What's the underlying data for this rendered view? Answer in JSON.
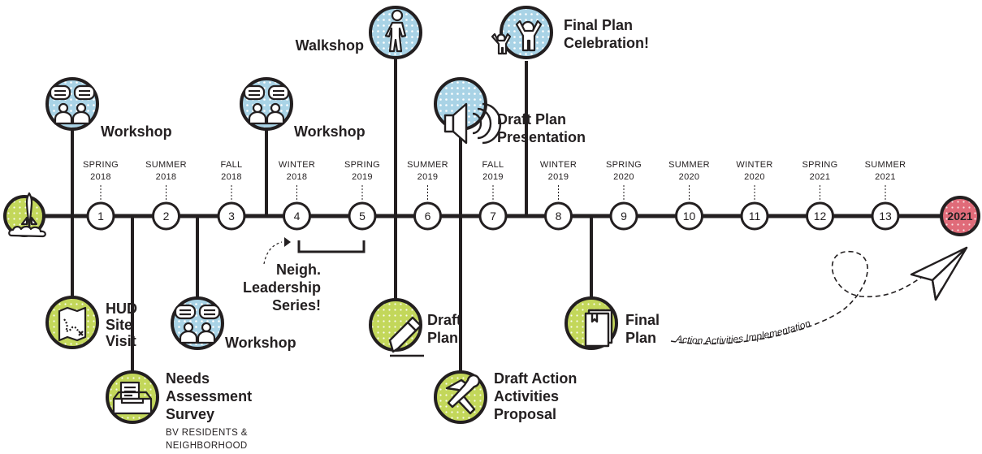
{
  "milestones": [
    {
      "number": "1",
      "season": "SPRING",
      "year": "2018"
    },
    {
      "number": "2",
      "season": "SUMMER",
      "year": "2018"
    },
    {
      "number": "3",
      "season": "FALL",
      "year": "2018"
    },
    {
      "number": "4",
      "season": "WINTER",
      "year": "2018"
    },
    {
      "number": "5",
      "season": "SPRING",
      "year": "2019"
    },
    {
      "number": "6",
      "season": "SUMMER",
      "year": "2019"
    },
    {
      "number": "7",
      "season": "FALL",
      "year": "2019"
    },
    {
      "number": "8",
      "season": "WINTER",
      "year": "2019"
    },
    {
      "number": "9",
      "season": "SPRING",
      "year": "2020"
    },
    {
      "number": "10",
      "season": "SUMMER",
      "year": "2020"
    },
    {
      "number": "11",
      "season": "WINTER",
      "year": "2020"
    },
    {
      "number": "12",
      "season": "SPRING",
      "year": "2021"
    },
    {
      "number": "13",
      "season": "SUMMER",
      "year": "2021"
    }
  ],
  "end_marker": "2021",
  "events": {
    "workshop_1": "Workshop",
    "hud_site_visit": [
      "HUD",
      "Site",
      "Visit"
    ],
    "needs_assessment": [
      "Needs",
      "Assessment",
      "Survey"
    ],
    "needs_assessment_sub": [
      "BV RESIDENTS &",
      "NEIGHBORHOOD"
    ],
    "workshop_2": "Workshop",
    "workshop_3": "Workshop",
    "neigh_leadership": [
      "Neigh.",
      "Leadership",
      "Series!"
    ],
    "walkshop": "Walkshop",
    "draft_plan": [
      "Draft",
      "Plan"
    ],
    "draft_action": [
      "Draft Action",
      "Activities",
      "Proposal"
    ],
    "draft_plan_presentation": [
      "Draft Plan",
      "Presentation"
    ],
    "final_plan_celebration": [
      "Final Plan",
      "Celebration!"
    ],
    "final_plan": [
      "Final",
      "Plan"
    ],
    "implementation": "Action Activities Implementation"
  },
  "icons": {
    "start": "rocket-launch-icon",
    "workshop": "people-talking-icon",
    "hud": "map-icon",
    "survey": "inbox-document-icon",
    "walkshop": "person-walking-icon",
    "draft_plan": "pencil-icon",
    "draft_action": "hammer-wrench-icon",
    "presentation": "megaphone-icon",
    "celebration": "celebrating-people-icon",
    "final_plan": "book-icon",
    "implementation": "paper-plane-icon"
  },
  "colors": {
    "line": "#231f20",
    "green": "#c3d75a",
    "blue": "#a9d3e6",
    "pink": "#e06b79"
  }
}
